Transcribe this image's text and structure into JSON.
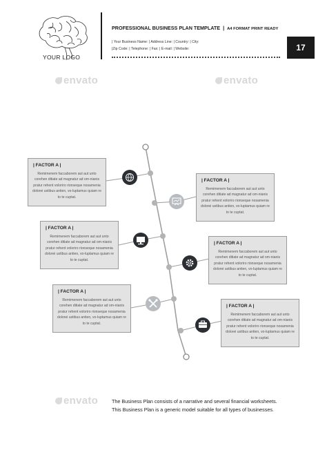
{
  "header": {
    "logo_text": "YOUR LOGO",
    "title": "PROFESSIONAL BUSINESS PLAN TEMPLATE",
    "separator": "|",
    "format_label": "A4 FORMAT PRINT READY",
    "info_line1": "| Your Business Name: | Address Line: | Country: | City:",
    "info_line2": "|Zip Code: | Telephone: | Fax: | E-mail: | Website:",
    "page_number": "17"
  },
  "watermark": "envato",
  "factors": [
    {
      "title": "| FACTOR A |",
      "body": "Remimenem faccaborem aut aut unto corehen ditiate ad magnatur ad om-nianis pratur rehent voloriro rionseque nosamenia dolorei ustibus antien, vo-luptamus quiam re to te cuptat."
    },
    {
      "title": "| FACTOR A |",
      "body": "Remimenem faccaborem aut aut unto corehen ditiate ad magnatur ad om-nianis pratur rehent voloriro rionseque nosamenia dolorei ustibus antien, vo-luptamus quiam re to te cuptat."
    },
    {
      "title": "| FACTOR A |",
      "body": "Remimenem faccaborem aut aut unto corehen ditiate ad magnatur ad om-nianis pratur rehent voloriro rionseque nosamenia dolorei ustibus antien, vo-luptamus quiam re to te cuptat."
    },
    {
      "title": "| FACTOR A |",
      "body": "Remimenem faccaborem aut aut unto corehen ditiate ad magnatur ad om-nianis pratur rehent voloriro rionseque nosamenia dolorei ustibus antien, vo-luptamus quiam re to te cuptat."
    },
    {
      "title": "| FACTOR A |",
      "body": "Remimenem faccaborem aut aut unto corehen ditiate ad magnatur ad om-nianis pratur rehent voloriro rionseque nosamenia dolorei ustibus antien, vo-luptamus quiam re to te cuptat."
    },
    {
      "title": "| FACTOR A |",
      "body": "Remimenem faccaborem aut aut unto corehen ditiate ad magnatur ad om-nianis pratur rehent voloriro rionseque nosamenia dolorei ustibus antien, vo-luptamus quiam re to te cuptat."
    }
  ],
  "icons": [
    "globe-icon",
    "presentation-icon",
    "monitor-icon",
    "gear-icon",
    "tools-icon",
    "briefcase-icon"
  ],
  "colors": {
    "dark": "#1b1b1b",
    "node_dark": "#2b2f33",
    "node_light": "#b8bcc0",
    "line": "#9e9e9e",
    "box_fill": "#e3e3e3"
  },
  "footer": {
    "line1": "The Business Plan consists of a narrative and several financial worksheets.",
    "line2": "This Business Plan is a generic model suitable for all types of businesses."
  }
}
